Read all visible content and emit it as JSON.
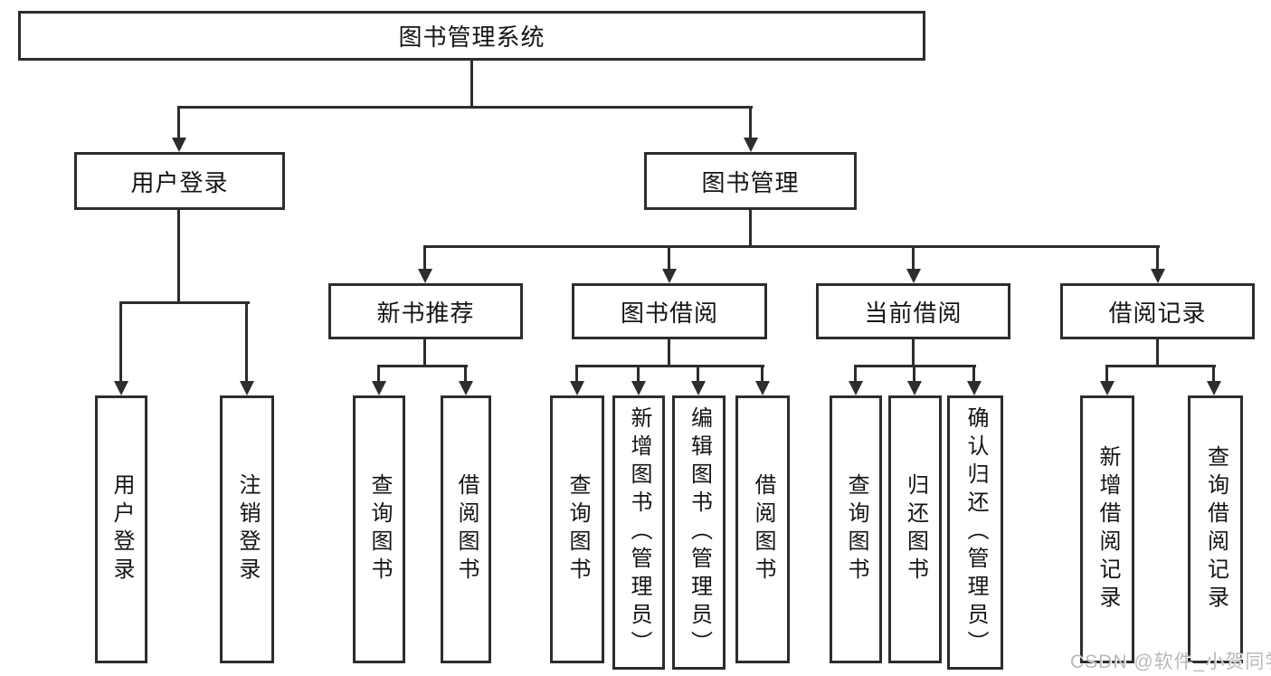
{
  "diagram": {
    "title": "图书管理系统",
    "root": {
      "label": "图书管理系统"
    },
    "level2": [
      {
        "label": "用户登录"
      },
      {
        "label": "图书管理"
      }
    ],
    "level3": [
      {
        "label": "新书推荐",
        "parent": "图书管理"
      },
      {
        "label": "图书借阅",
        "parent": "图书管理"
      },
      {
        "label": "当前借阅",
        "parent": "图书管理"
      },
      {
        "label": "借阅记录",
        "parent": "图书管理"
      }
    ],
    "leaves": [
      {
        "label": "用户登录",
        "parent": "用户登录"
      },
      {
        "label": "注销登录",
        "parent": "用户登录"
      },
      {
        "label": "查询图书",
        "parent": "新书推荐"
      },
      {
        "label": "借阅图书",
        "parent": "新书推荐"
      },
      {
        "label": "查询图书",
        "parent": "图书借阅"
      },
      {
        "label": "新增图书（管理员）",
        "parent": "图书借阅"
      },
      {
        "label": "编辑图书（管理员）",
        "parent": "图书借阅"
      },
      {
        "label": "借阅图书",
        "parent": "图书借阅"
      },
      {
        "label": "查询图书",
        "parent": "当前借阅"
      },
      {
        "label": "归还图书",
        "parent": "当前借阅"
      },
      {
        "label": "确认归还（管理员）",
        "parent": "当前借阅"
      },
      {
        "label": "新增借阅记录",
        "parent": "借阅记录"
      },
      {
        "label": "查询借阅记录",
        "parent": "借阅记录"
      }
    ]
  },
  "watermark": {
    "text": "CSDN @软件_小贺同学"
  },
  "colors": {
    "line": "#2d2d2d",
    "box_background": "#ffffff",
    "text": "#141414",
    "watermark": "#b9b9b9"
  }
}
